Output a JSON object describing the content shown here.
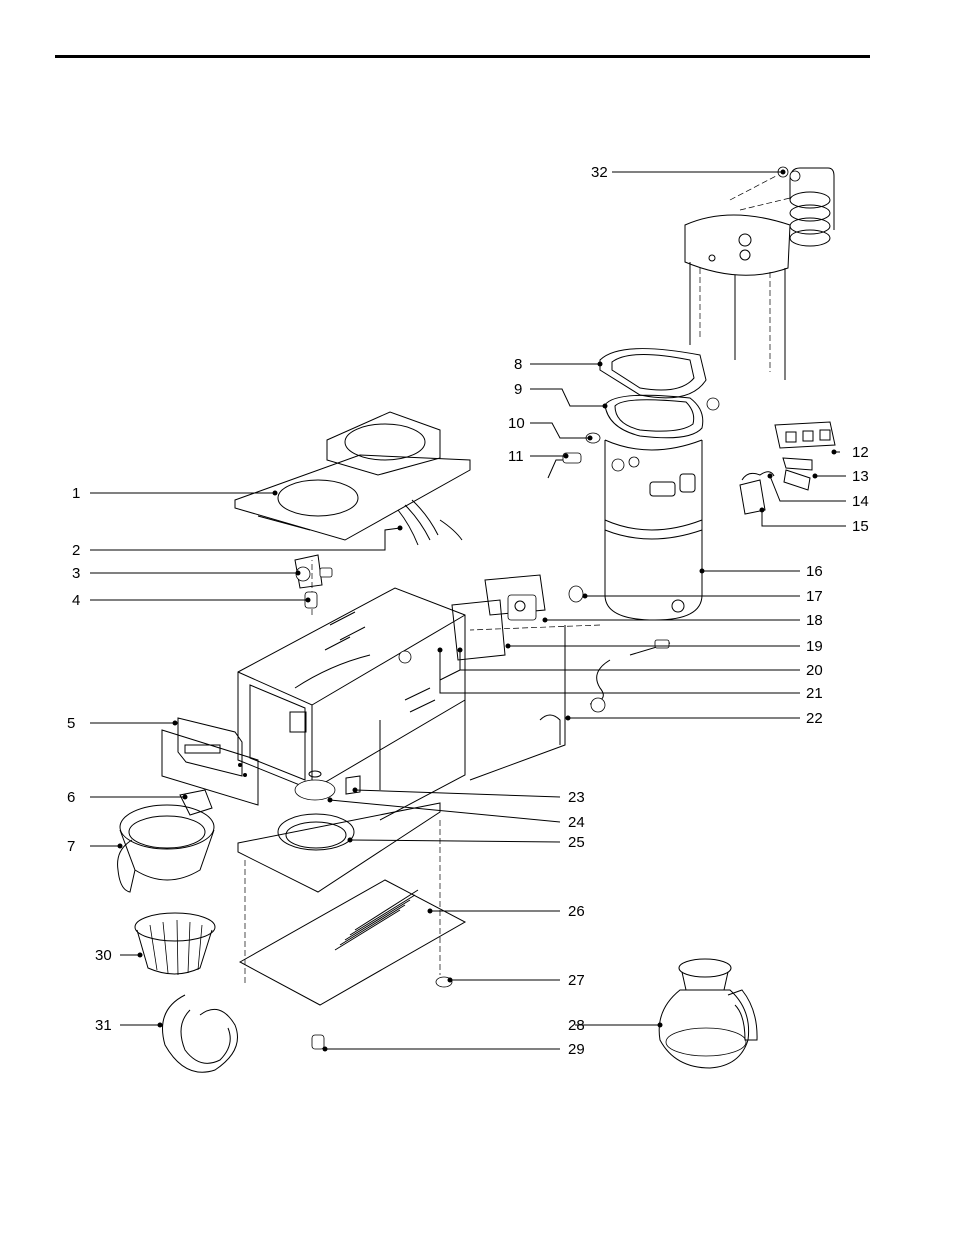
{
  "diagram": {
    "labels": [
      {
        "id": "1",
        "text": "1"
      },
      {
        "id": "2",
        "text": "2"
      },
      {
        "id": "3",
        "text": "3"
      },
      {
        "id": "4",
        "text": "4"
      },
      {
        "id": "5",
        "text": "5"
      },
      {
        "id": "6",
        "text": "6"
      },
      {
        "id": "7",
        "text": "7"
      },
      {
        "id": "8",
        "text": "8"
      },
      {
        "id": "9",
        "text": "9"
      },
      {
        "id": "10",
        "text": "10"
      },
      {
        "id": "11",
        "text": "11"
      },
      {
        "id": "12",
        "text": "12"
      },
      {
        "id": "13",
        "text": "13"
      },
      {
        "id": "14",
        "text": "14"
      },
      {
        "id": "15",
        "text": "15"
      },
      {
        "id": "16",
        "text": "16"
      },
      {
        "id": "17",
        "text": "17"
      },
      {
        "id": "18",
        "text": "18"
      },
      {
        "id": "19",
        "text": "19"
      },
      {
        "id": "20",
        "text": "20"
      },
      {
        "id": "21",
        "text": "21"
      },
      {
        "id": "22",
        "text": "22"
      },
      {
        "id": "23",
        "text": "23"
      },
      {
        "id": "24",
        "text": "24"
      },
      {
        "id": "25",
        "text": "25"
      },
      {
        "id": "26",
        "text": "26"
      },
      {
        "id": "27",
        "text": "27"
      },
      {
        "id": "28",
        "text": "28"
      },
      {
        "id": "29",
        "text": "29"
      },
      {
        "id": "30",
        "text": "30"
      },
      {
        "id": "31",
        "text": "31"
      },
      {
        "id": "32",
        "text": "32"
      }
    ]
  }
}
